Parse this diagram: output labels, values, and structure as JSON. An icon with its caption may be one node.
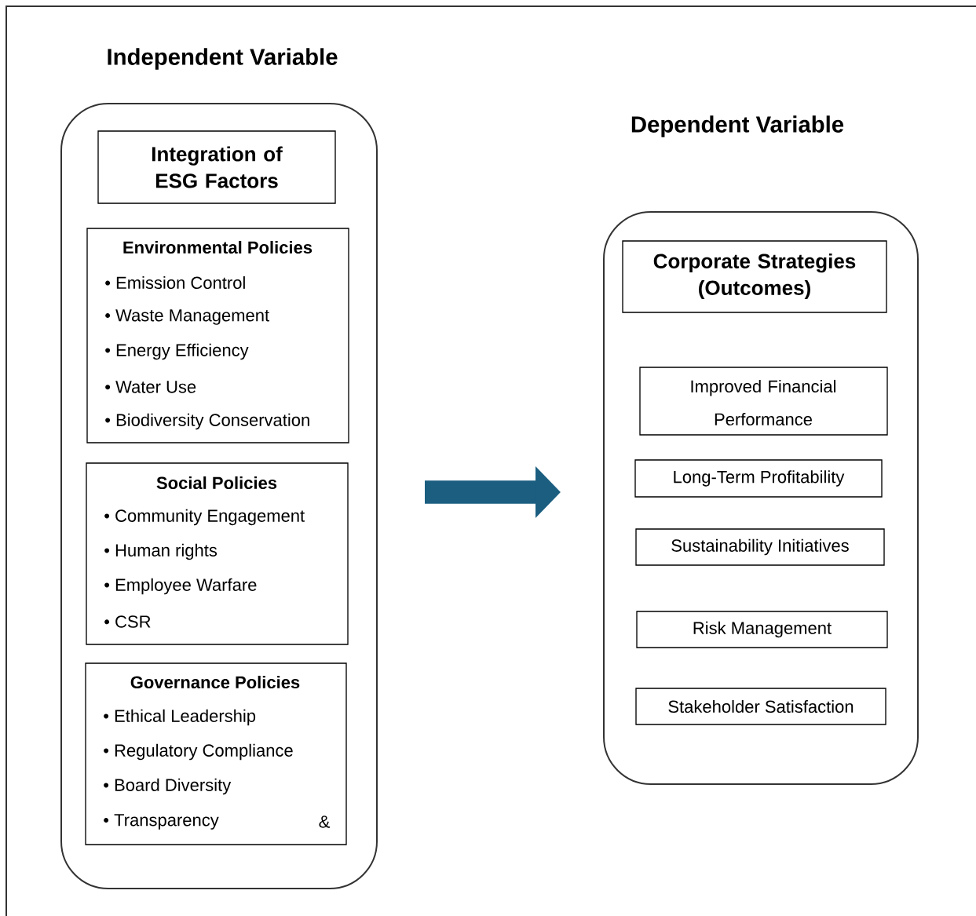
{
  "diagram": {
    "nodes": [
      {
        "text": [
          "Independent Variable"
        ]
      },
      {
        "text": [
          "Integration of ESG Factors"
        ],
        "in": 0
      },
      {
        "text": [
          "Environmental Policies",
          "• Emission Control",
          "• Waste Management",
          "• Energy Efficiency",
          "• Water Use",
          "• Biodiversity Conservation"
        ],
        "in": 0
      },
      {
        "text": [
          "Social Policies",
          "• Community Engagement",
          "• Human rights",
          "• Employee Warfare",
          "• CSR"
        ],
        "in": 0
      },
      {
        "text": [
          "Governance Policies",
          "• Ethical Leadership",
          "• Regulatory Compliance",
          "• Board Diversity",
          "• Transparency",
          "&"
        ],
        "in": 0
      },
      {
        "text": [
          "Dependent Variable"
        ]
      },
      {
        "text": [
          "Corporate Strategies (Outcomes)"
        ],
        "in": 5
      },
      {
        "text": [
          "Improved Financial Performance"
        ],
        "in": 5
      },
      {
        "text": [
          "Long-Term Profitability"
        ],
        "in": 5
      },
      {
        "text": [
          "Sustainability Initiatives"
        ],
        "in": 5
      },
      {
        "text": [
          "Risk Management"
        ],
        "in": 5
      },
      {
        "text": [
          "Stakeholder Satisfaction"
        ],
        "in": 5
      }
    ],
    "edges": [
      {
        "from": 0,
        "to": 5,
        "arrow": "to",
        "color": "#1b5e80"
      }
    ]
  }
}
